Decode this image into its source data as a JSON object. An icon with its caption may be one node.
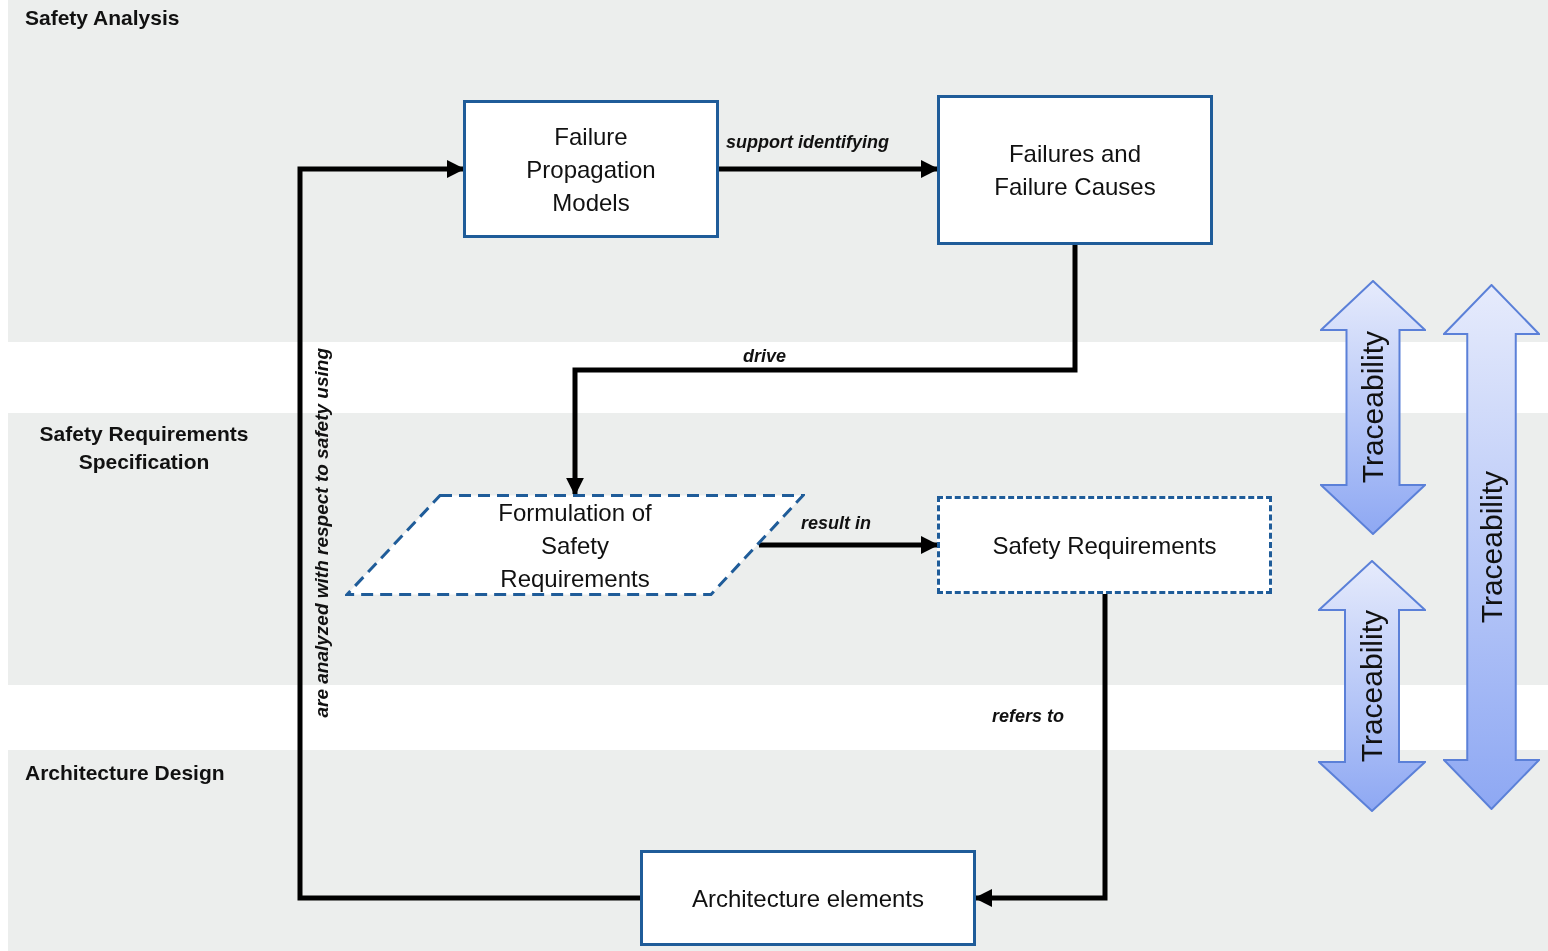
{
  "diagram": {
    "nodes": [
      {
        "text": [
          "Safety Analysis"
        ]
      },
      {
        "text": [
          "Failure Propagation Models"
        ],
        "in": 0
      },
      {
        "text": [
          "Failures and Failure Causes"
        ],
        "in": 0
      },
      {
        "text": [
          "Safety Requirements Specification"
        ]
      },
      {
        "text": [
          "Formulation of Safety Requirements"
        ],
        "in": 3
      },
      {
        "text": [
          "Safety Requirements"
        ],
        "in": 3
      },
      {
        "text": [
          "Architecture Design"
        ]
      },
      {
        "text": [
          "Architecture elements"
        ],
        "in": 6
      },
      {
        "text": [
          "Traceability"
        ]
      },
      {
        "text": [
          "Traceability"
        ]
      },
      {
        "text": [
          "Traceability"
        ]
      }
    ],
    "edges": [
      {
        "from": 1,
        "to": 2,
        "arrow": "to",
        "label": "support identifying"
      },
      {
        "from": 2,
        "to": 4,
        "arrow": "to",
        "label": "drive"
      },
      {
        "from": 4,
        "to": 5,
        "arrow": "to",
        "label": "result in"
      },
      {
        "from": 5,
        "to": 7,
        "arrow": "to",
        "label": "refers to"
      },
      {
        "from": 7,
        "to": 1,
        "arrow": "to",
        "label": "are analyzed with respect to safety using"
      }
    ]
  }
}
